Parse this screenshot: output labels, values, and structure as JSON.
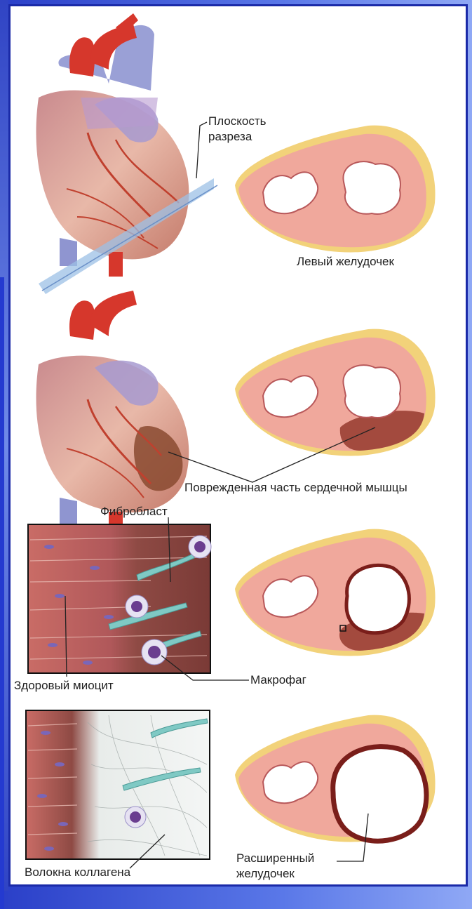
{
  "labels": {
    "cut_plane": "Плоскость разреза",
    "cut_plane_line1": "Плоскость",
    "cut_plane_line2": "разреза",
    "left_ventricle": "Левый желудочек",
    "damaged_muscle": "Поврежденная часть сердечной мышцы",
    "fibroblast": "Фибробласт",
    "healthy_myocyte": "Здоровый миоцит",
    "macrophage": "Макрофаг",
    "collagen_fibers": "Волокна коллагена",
    "dilated_ventricle_line1": "Расширенный",
    "dilated_ventricle_line2": "желудочек"
  },
  "colors": {
    "frame_border": "#1a2aa8",
    "myocardium": "#f0a89c",
    "epicardium_fat": "#f2d27a",
    "damaged": "#a34a3e",
    "scar": "#7a1e1a",
    "fibroblast": "#7fc9c4",
    "macrophage": "#6a3d8f"
  }
}
